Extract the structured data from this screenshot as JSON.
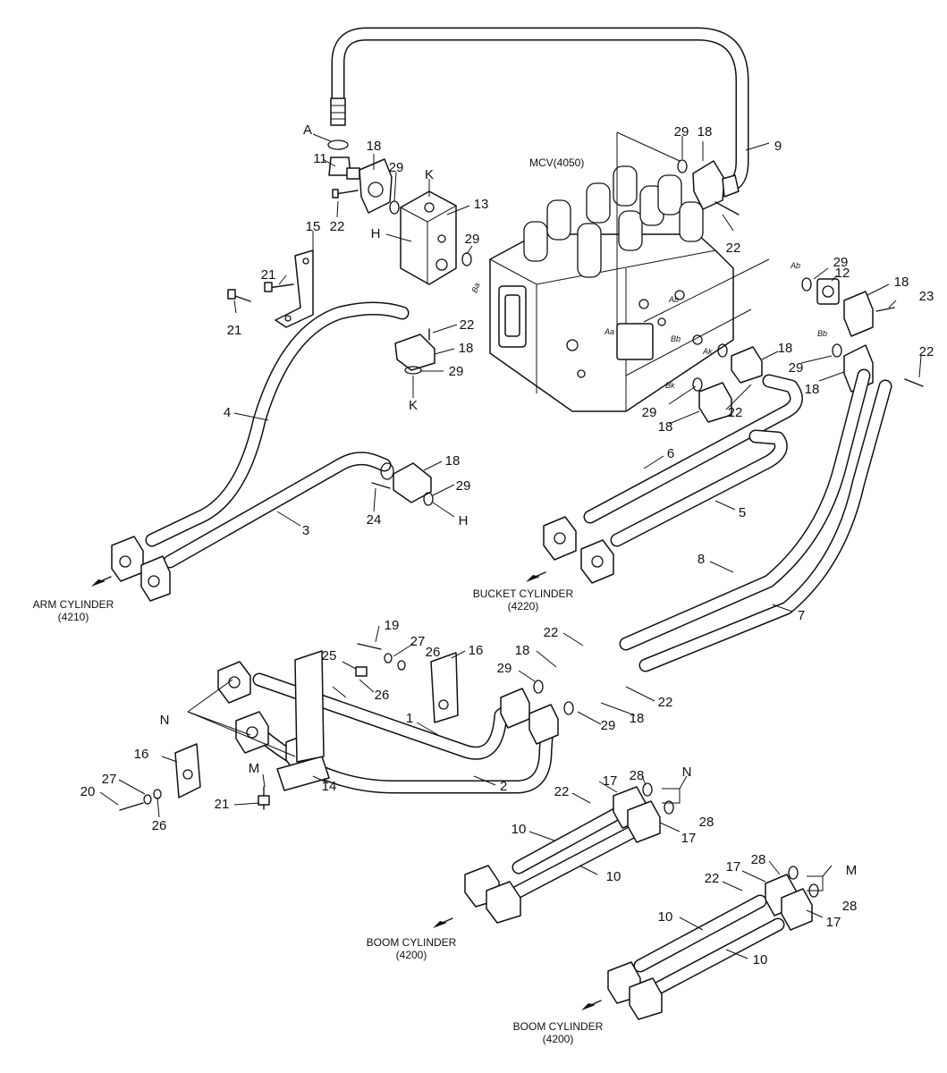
{
  "mcv_label": "MCV(4050)",
  "ports": [
    "Ab",
    "Ba",
    "Aa",
    "Bb",
    "Ak",
    "Bk",
    "Ab",
    "Bb"
  ],
  "destinations": {
    "arm": [
      "ARM CYLINDER",
      "(4210)"
    ],
    "bucket": [
      "BUCKET CYLINDER",
      "(4220)"
    ],
    "boom1": [
      "BOOM CYLINDER",
      "(4200)"
    ],
    "boom2": [
      "BOOM CYLINDER",
      "(4200)"
    ]
  },
  "callouts": [
    {
      "id": "c-A",
      "text": "A"
    },
    {
      "id": "c-18a",
      "text": "18"
    },
    {
      "id": "c-11",
      "text": "11"
    },
    {
      "id": "c-29a",
      "text": "29"
    },
    {
      "id": "c-K1",
      "text": "K"
    },
    {
      "id": "c-13",
      "text": "13"
    },
    {
      "id": "c-22a",
      "text": "22"
    },
    {
      "id": "c-H1",
      "text": "H"
    },
    {
      "id": "c-29b",
      "text": "29"
    },
    {
      "id": "c-15",
      "text": "15"
    },
    {
      "id": "c-21a",
      "text": "21"
    },
    {
      "id": "c-21b",
      "text": "21"
    },
    {
      "id": "c-22b",
      "text": "22"
    },
    {
      "id": "c-18b",
      "text": "18"
    },
    {
      "id": "c-29c",
      "text": "29"
    },
    {
      "id": "c-K2",
      "text": "K"
    },
    {
      "id": "c-4",
      "text": "4"
    },
    {
      "id": "c-3",
      "text": "3"
    },
    {
      "id": "c-18c",
      "text": "18"
    },
    {
      "id": "c-29d",
      "text": "29"
    },
    {
      "id": "c-24",
      "text": "24"
    },
    {
      "id": "c-H2",
      "text": "H"
    },
    {
      "id": "c-29e",
      "text": "29"
    },
    {
      "id": "c-18d",
      "text": "18"
    },
    {
      "id": "c-9",
      "text": "9"
    },
    {
      "id": "c-22c",
      "text": "22"
    },
    {
      "id": "c-29f",
      "text": "29"
    },
    {
      "id": "c-12",
      "text": "12"
    },
    {
      "id": "c-18e",
      "text": "18"
    },
    {
      "id": "c-23",
      "text": "23"
    },
    {
      "id": "c-22d",
      "text": "22"
    },
    {
      "id": "c-18f",
      "text": "18"
    },
    {
      "id": "c-29g",
      "text": "29"
    },
    {
      "id": "c-18g",
      "text": "18"
    },
    {
      "id": "c-22e",
      "text": "22"
    },
    {
      "id": "c-29h",
      "text": "29"
    },
    {
      "id": "c-18h",
      "text": "18"
    },
    {
      "id": "c-6",
      "text": "6"
    },
    {
      "id": "c-5",
      "text": "5"
    },
    {
      "id": "c-8",
      "text": "8"
    },
    {
      "id": "c-7",
      "text": "7"
    },
    {
      "id": "c-19",
      "text": "19"
    },
    {
      "id": "c-27a",
      "text": "27"
    },
    {
      "id": "c-25",
      "text": "25"
    },
    {
      "id": "c-26a",
      "text": "26"
    },
    {
      "id": "c-16a",
      "text": "16"
    },
    {
      "id": "c-26b",
      "text": "26"
    },
    {
      "id": "c-N1",
      "text": "N"
    },
    {
      "id": "c-1",
      "text": "1"
    },
    {
      "id": "c-2",
      "text": "2"
    },
    {
      "id": "c-14",
      "text": "14"
    },
    {
      "id": "c-16b",
      "text": "16"
    },
    {
      "id": "c-20",
      "text": "20"
    },
    {
      "id": "c-27b",
      "text": "27"
    },
    {
      "id": "c-26c",
      "text": "26"
    },
    {
      "id": "c-M1",
      "text": "M"
    },
    {
      "id": "c-21c",
      "text": "21"
    },
    {
      "id": "c-22f",
      "text": "22"
    },
    {
      "id": "c-18i",
      "text": "18"
    },
    {
      "id": "c-29i",
      "text": "29"
    },
    {
      "id": "c-22g",
      "text": "22"
    },
    {
      "id": "c-29j",
      "text": "29"
    },
    {
      "id": "c-18j",
      "text": "18"
    },
    {
      "id": "c-17a",
      "text": "17"
    },
    {
      "id": "c-28a",
      "text": "28"
    },
    {
      "id": "c-N2",
      "text": "N"
    },
    {
      "id": "c-22h",
      "text": "22"
    },
    {
      "id": "c-28b",
      "text": "28"
    },
    {
      "id": "c-17b",
      "text": "17"
    },
    {
      "id": "c-10a",
      "text": "10"
    },
    {
      "id": "c-10b",
      "text": "10"
    },
    {
      "id": "c-17c",
      "text": "17"
    },
    {
      "id": "c-28c",
      "text": "28"
    },
    {
      "id": "c-M2",
      "text": "M"
    },
    {
      "id": "c-22i",
      "text": "22"
    },
    {
      "id": "c-28d",
      "text": "28"
    },
    {
      "id": "c-17d",
      "text": "17"
    },
    {
      "id": "c-10c",
      "text": "10"
    },
    {
      "id": "c-10d",
      "text": "10"
    }
  ]
}
